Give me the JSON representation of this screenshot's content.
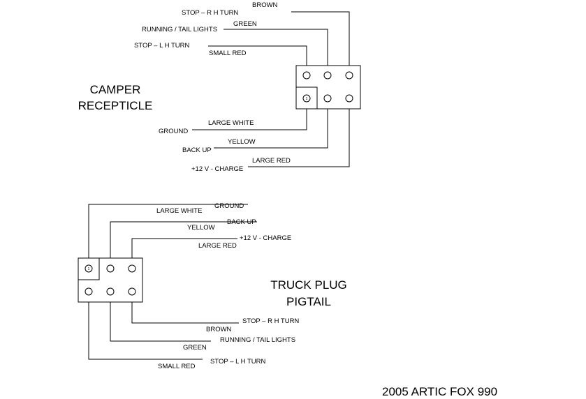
{
  "camper": {
    "title_line1": "CAMPER",
    "title_line2": "RECEPTICLE",
    "pin_number": "1",
    "top_wires": [
      {
        "function": "STOP – R H TURN",
        "color": "BROWN"
      },
      {
        "function": "RUNNING / TAIL LIGHTS",
        "color": "GREEN"
      },
      {
        "function": "STOP – L H TURN",
        "color": "SMALL RED"
      }
    ],
    "bottom_wires": [
      {
        "function": "GROUND",
        "color": "LARGE WHITE"
      },
      {
        "function": "BACK UP",
        "color": "YELLOW"
      },
      {
        "function": "+12 V - CHARGE",
        "color": "LARGE RED"
      }
    ]
  },
  "truck": {
    "title_line1": "TRUCK PLUG",
    "title_line2": "PIGTAIL",
    "pin_number": "1",
    "top_wires": [
      {
        "function": "GROUND",
        "color": "LARGE WHITE"
      },
      {
        "function": "BACK UP",
        "color": "YELLOW"
      },
      {
        "function": "+12 V - CHARGE",
        "color": "LARGE RED"
      }
    ],
    "bottom_wires": [
      {
        "function": "STOP – R H TURN",
        "color": "BROWN"
      },
      {
        "function": "RUNNING / TAIL LIGHTS",
        "color": "GREEN"
      },
      {
        "function": "STOP – L H TURN",
        "color": "SMALL RED"
      }
    ]
  },
  "footer": {
    "model": "2005 ARTIC FOX 990"
  }
}
